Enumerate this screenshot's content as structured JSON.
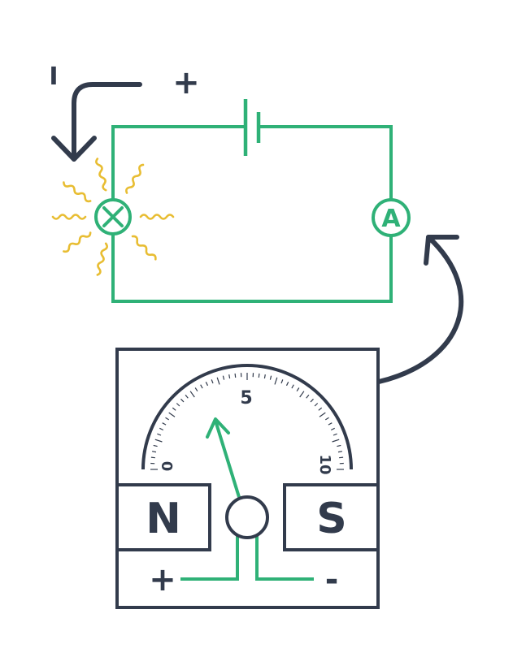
{
  "circuit": {
    "current_label": "I",
    "battery_positive": "+",
    "ammeter_symbol": "A"
  },
  "meter": {
    "scale_min": "0",
    "scale_mid": "5",
    "scale_max": "10",
    "magnet_north": "N",
    "magnet_south": "S",
    "terminal_positive": "+",
    "terminal_negative": "-"
  },
  "colors": {
    "wire": "#2fb177",
    "outline": "#323b4c",
    "glow": "#e8bd32"
  }
}
